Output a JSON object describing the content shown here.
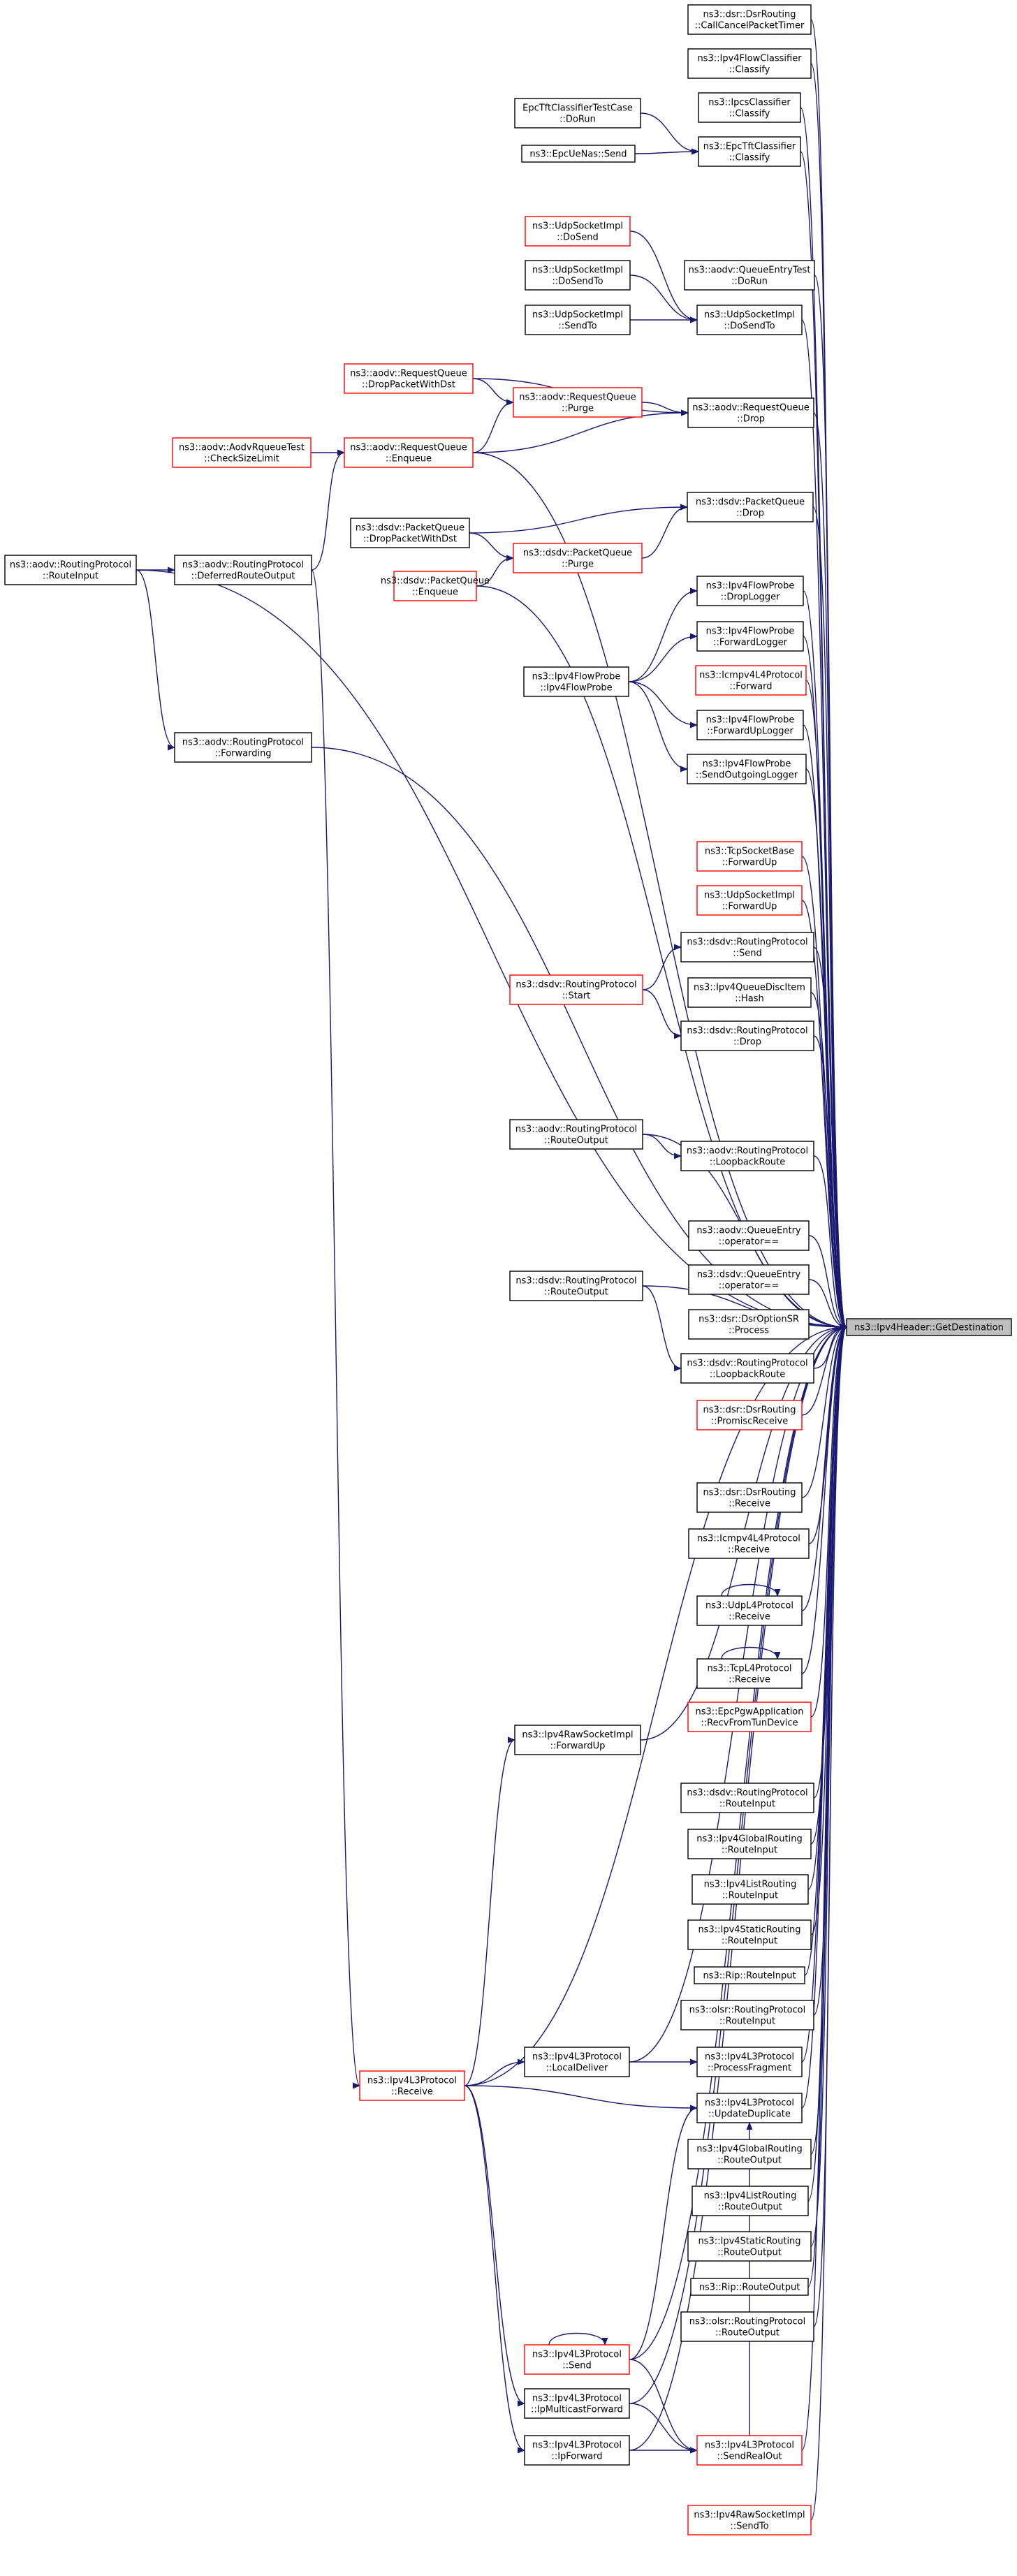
{
  "colors": {
    "edge": "#191970",
    "arrow": "#191970",
    "node_border": "#000000",
    "node_border_incomplete": "#ff0000",
    "node_fill": "#ffffff",
    "target_fill": "#bfbfbf",
    "text": "#000000"
  },
  "nodes": [
    {
      "id": "target",
      "lines": [
        "ns3::Ipv4Header::GetDestination"
      ],
      "variant": "target"
    },
    {
      "id": "dsr_callcancel",
      "lines": [
        "ns3::dsr::DsrRouting",
        "::CallCancelPacketTimer"
      ],
      "variant": "normal"
    },
    {
      "id": "ipv4flow_classify",
      "lines": [
        "ns3::Ipv4FlowClassifier",
        "::Classify"
      ],
      "variant": "normal"
    },
    {
      "id": "ipcs_classify",
      "lines": [
        "ns3::IpcsClassifier",
        "::Classify"
      ],
      "variant": "normal"
    },
    {
      "id": "epctft_classify",
      "lines": [
        "ns3::EpcTftClassifier",
        "::Classify"
      ],
      "variant": "normal"
    },
    {
      "id": "epctft_testcase",
      "lines": [
        "EpcTftClassifierTestCase",
        "::DoRun"
      ],
      "variant": "normal"
    },
    {
      "id": "epcuenas_send",
      "lines": [
        "ns3::EpcUeNas::Send"
      ],
      "variant": "normal"
    },
    {
      "id": "udp_dosend",
      "lines": [
        "ns3::UdpSocketImpl",
        "::DoSend"
      ],
      "variant": "incomplete"
    },
    {
      "id": "udp_dosendto_a",
      "lines": [
        "ns3::UdpSocketImpl",
        "::DoSendTo"
      ],
      "variant": "normal"
    },
    {
      "id": "udp_sendto",
      "lines": [
        "ns3::UdpSocketImpl",
        "::SendTo"
      ],
      "variant": "normal"
    },
    {
      "id": "aodv_qentry_test",
      "lines": [
        "ns3::aodv::QueueEntryTest",
        "::DoRun"
      ],
      "variant": "normal"
    },
    {
      "id": "udp_dosendto_b",
      "lines": [
        "ns3::UdpSocketImpl",
        "::DoSendTo"
      ],
      "variant": "normal"
    },
    {
      "id": "aodv_rq_dropwithdst",
      "lines": [
        "ns3::aodv::RequestQueue",
        "::DropPacketWithDst"
      ],
      "variant": "incomplete"
    },
    {
      "id": "aodv_rq_purge",
      "lines": [
        "ns3::aodv::RequestQueue",
        "::Purge"
      ],
      "variant": "incomplete"
    },
    {
      "id": "aodv_rq_drop",
      "lines": [
        "ns3::aodv::RequestQueue",
        "::Drop"
      ],
      "variant": "normal"
    },
    {
      "id": "aodv_rqtest",
      "lines": [
        "ns3::aodv::AodvRqueueTest",
        "::CheckSizeLimit"
      ],
      "variant": "incomplete"
    },
    {
      "id": "aodv_rq_enqueue",
      "lines": [
        "ns3::aodv::RequestQueue",
        "::Enqueue"
      ],
      "variant": "incomplete"
    },
    {
      "id": "dsdv_pq_drop",
      "lines": [
        "ns3::dsdv::PacketQueue",
        "::Drop"
      ],
      "variant": "normal"
    },
    {
      "id": "dsdv_pq_dropwithdst",
      "lines": [
        "ns3::dsdv::PacketQueue",
        "::DropPacketWithDst"
      ],
      "variant": "normal"
    },
    {
      "id": "dsdv_pq_purge",
      "lines": [
        "ns3::dsdv::PacketQueue",
        "::Purge"
      ],
      "variant": "incomplete"
    },
    {
      "id": "dsdv_pq_enqueue",
      "lines": [
        "ns3::dsdv::PacketQueue",
        "::Enqueue"
      ],
      "variant": "incomplete"
    },
    {
      "id": "aodv_routeinput",
      "lines": [
        "ns3::aodv::RoutingProtocol",
        "::RouteInput"
      ],
      "variant": "normal"
    },
    {
      "id": "aodv_deferred",
      "lines": [
        "ns3::aodv::RoutingProtocol",
        "::DeferredRouteOutput"
      ],
      "variant": "normal"
    },
    {
      "id": "fp_droplogger",
      "lines": [
        "ns3::Ipv4FlowProbe",
        "::DropLogger"
      ],
      "variant": "normal"
    },
    {
      "id": "fp_fwdlogger",
      "lines": [
        "ns3::Ipv4FlowProbe",
        "::ForwardLogger"
      ],
      "variant": "normal"
    },
    {
      "id": "fp_ctor",
      "lines": [
        "ns3::Ipv4FlowProbe",
        "::Ipv4FlowProbe"
      ],
      "variant": "normal"
    },
    {
      "id": "icmp_forward",
      "lines": [
        "ns3::Icmpv4L4Protocol",
        "::Forward"
      ],
      "variant": "incomplete"
    },
    {
      "id": "fp_fwduplogger",
      "lines": [
        "ns3::Ipv4FlowProbe",
        "::ForwardUpLogger"
      ],
      "variant": "normal"
    },
    {
      "id": "aodv_forwarding",
      "lines": [
        "ns3::aodv::RoutingProtocol",
        "::Forwarding"
      ],
      "variant": "normal"
    },
    {
      "id": "fp_sendoutlogger",
      "lines": [
        "ns3::Ipv4FlowProbe",
        "::SendOutgoingLogger"
      ],
      "variant": "normal"
    },
    {
      "id": "tcp_fwdup",
      "lines": [
        "ns3::TcpSocketBase",
        "::ForwardUp"
      ],
      "variant": "incomplete"
    },
    {
      "id": "udp_fwdup",
      "lines": [
        "ns3::UdpSocketImpl",
        "::ForwardUp"
      ],
      "variant": "incomplete"
    },
    {
      "id": "dsdv_send",
      "lines": [
        "ns3::dsdv::RoutingProtocol",
        "::Send"
      ],
      "variant": "normal"
    },
    {
      "id": "dsdv_start",
      "lines": [
        "ns3::dsdv::RoutingProtocol",
        "::Start"
      ],
      "variant": "incomplete"
    },
    {
      "id": "qdisc_hash",
      "lines": [
        "ns3::Ipv4QueueDiscItem",
        "::Hash"
      ],
      "variant": "normal"
    },
    {
      "id": "dsdv_drop",
      "lines": [
        "ns3::dsdv::RoutingProtocol",
        "::Drop"
      ],
      "variant": "normal"
    },
    {
      "id": "aodv_routeoutput",
      "lines": [
        "ns3::aodv::RoutingProtocol",
        "::RouteOutput"
      ],
      "variant": "normal"
    },
    {
      "id": "aodv_loopback",
      "lines": [
        "ns3::aodv::RoutingProtocol",
        "::LoopbackRoute"
      ],
      "variant": "normal"
    },
    {
      "id": "aodv_qentry_eq",
      "lines": [
        "ns3::aodv::QueueEntry",
        "::operator=="
      ],
      "variant": "normal"
    },
    {
      "id": "dsdv_qentry_eq",
      "lines": [
        "ns3::dsdv::QueueEntry",
        "::operator=="
      ],
      "variant": "normal"
    },
    {
      "id": "dsdv_routeoutput",
      "lines": [
        "ns3::dsdv::RoutingProtocol",
        "::RouteOutput"
      ],
      "variant": "normal"
    },
    {
      "id": "dsr_optionsr",
      "lines": [
        "ns3::dsr::DsrOptionSR",
        "::Process"
      ],
      "variant": "normal"
    },
    {
      "id": "dsdv_loopback",
      "lines": [
        "ns3::dsdv::RoutingProtocol",
        "::LoopbackRoute"
      ],
      "variant": "normal"
    },
    {
      "id": "dsr_promisc",
      "lines": [
        "ns3::dsr::DsrRouting",
        "::PromiscReceive"
      ],
      "variant": "incomplete"
    },
    {
      "id": "dsr_receive",
      "lines": [
        "ns3::dsr::DsrRouting",
        "::Receive"
      ],
      "variant": "normal"
    },
    {
      "id": "icmp_receive",
      "lines": [
        "ns3::Icmpv4L4Protocol",
        "::Receive"
      ],
      "variant": "normal"
    },
    {
      "id": "udpl4_receive",
      "lines": [
        "ns3::UdpL4Protocol",
        "::Receive"
      ],
      "variant": "normal"
    },
    {
      "id": "tcpl4_receive",
      "lines": [
        "ns3::TcpL4Protocol",
        "::Receive"
      ],
      "variant": "normal"
    },
    {
      "id": "epcpgw_recv",
      "lines": [
        "ns3::EpcPgwApplication",
        "::RecvFromTunDevice"
      ],
      "variant": "incomplete"
    },
    {
      "id": "raw_fwdup",
      "lines": [
        "ns3::Ipv4RawSocketImpl",
        "::ForwardUp"
      ],
      "variant": "normal"
    },
    {
      "id": "dsdv_routeinput",
      "lines": [
        "ns3::dsdv::RoutingProtocol",
        "::RouteInput"
      ],
      "variant": "normal"
    },
    {
      "id": "global_routeinput",
      "lines": [
        "ns3::Ipv4GlobalRouting",
        "::RouteInput"
      ],
      "variant": "normal"
    },
    {
      "id": "list_routeinput",
      "lines": [
        "ns3::Ipv4ListRouting",
        "::RouteInput"
      ],
      "variant": "normal"
    },
    {
      "id": "static_routeinput",
      "lines": [
        "ns3::Ipv4StaticRouting",
        "::RouteInput"
      ],
      "variant": "normal"
    },
    {
      "id": "rip_routeinput",
      "lines": [
        "ns3::Rip::RouteInput"
      ],
      "variant": "normal"
    },
    {
      "id": "olsr_routeinput",
      "lines": [
        "ns3::olsr::RoutingProtocol",
        "::RouteInput"
      ],
      "variant": "normal"
    },
    {
      "id": "l3_localdeliver",
      "lines": [
        "ns3::Ipv4L3Protocol",
        "::LocalDeliver"
      ],
      "variant": "normal"
    },
    {
      "id": "l3_processfrag",
      "lines": [
        "ns3::Ipv4L3Protocol",
        "::ProcessFragment"
      ],
      "variant": "normal"
    },
    {
      "id": "l3_receive",
      "lines": [
        "ns3::Ipv4L3Protocol",
        "::Receive"
      ],
      "variant": "incomplete"
    },
    {
      "id": "l3_updatedup",
      "lines": [
        "ns3::Ipv4L3Protocol",
        "::UpdateDuplicate"
      ],
      "variant": "normal"
    },
    {
      "id": "global_routeoutput",
      "lines": [
        "ns3::Ipv4GlobalRouting",
        "::RouteOutput"
      ],
      "variant": "normal"
    },
    {
      "id": "list_routeoutput",
      "lines": [
        "ns3::Ipv4ListRouting",
        "::RouteOutput"
      ],
      "variant": "normal"
    },
    {
      "id": "static_routeoutput",
      "lines": [
        "ns3::Ipv4StaticRouting",
        "::RouteOutput"
      ],
      "variant": "normal"
    },
    {
      "id": "rip_routeoutput",
      "lines": [
        "ns3::Rip::RouteOutput"
      ],
      "variant": "normal"
    },
    {
      "id": "olsr_routeoutput",
      "lines": [
        "ns3::olsr::RoutingProtocol",
        "::RouteOutput"
      ],
      "variant": "normal"
    },
    {
      "id": "l3_send",
      "lines": [
        "ns3::Ipv4L3Protocol",
        "::Send"
      ],
      "variant": "incomplete"
    },
    {
      "id": "l3_ipmulticast",
      "lines": [
        "ns3::Ipv4L3Protocol",
        "::IpMulticastForward"
      ],
      "variant": "normal"
    },
    {
      "id": "l3_sendrealout",
      "lines": [
        "ns3::Ipv4L3Protocol",
        "::SendRealOut"
      ],
      "variant": "incomplete"
    },
    {
      "id": "l3_ipforward",
      "lines": [
        "ns3::Ipv4L3Protocol",
        "::IpForward"
      ],
      "variant": "normal"
    },
    {
      "id": "raw_sendto",
      "lines": [
        "ns3::Ipv4RawSocketImpl",
        "::SendTo"
      ],
      "variant": "incomplete"
    }
  ],
  "edges": [
    [
      "dsr_callcancel",
      "target"
    ],
    [
      "ipv4flow_classify",
      "target"
    ],
    [
      "ipcs_classify",
      "target"
    ],
    [
      "epctft_classify",
      "target"
    ],
    [
      "epctft_testcase",
      "epctft_classify"
    ],
    [
      "epcuenas_send",
      "epctft_classify"
    ],
    [
      "aodv_routeinput",
      "target"
    ],
    [
      "udp_dosend",
      "udp_dosendto_b"
    ],
    [
      "udp_dosendto_a",
      "udp_dosendto_b"
    ],
    [
      "udp_sendto",
      "udp_dosendto_b"
    ],
    [
      "aodv_qentry_test",
      "target"
    ],
    [
      "udp_dosendto_b",
      "target"
    ],
    [
      "aodv_rq_dropwithdst",
      "aodv_rq_drop"
    ],
    [
      "aodv_rq_dropwithdst",
      "aodv_rq_purge"
    ],
    [
      "aodv_rq_purge",
      "aodv_rq_drop"
    ],
    [
      "aodv_rq_enqueue",
      "aodv_rq_purge"
    ],
    [
      "aodv_rq_enqueue",
      "aodv_rq_drop"
    ],
    [
      "aodv_rqtest",
      "aodv_rq_enqueue"
    ],
    [
      "aodv_deferred",
      "aodv_rq_enqueue"
    ],
    [
      "aodv_rq_drop",
      "target"
    ],
    [
      "aodv_rq_enqueue",
      "target"
    ],
    [
      "aodv_routeinput",
      "aodv_deferred"
    ],
    [
      "aodv_routeinput",
      "aodv_forwarding"
    ],
    [
      "dsdv_pq_dropwithdst",
      "dsdv_pq_drop"
    ],
    [
      "dsdv_pq_dropwithdst",
      "dsdv_pq_purge"
    ],
    [
      "dsdv_pq_enqueue",
      "dsdv_pq_purge"
    ],
    [
      "dsdv_pq_purge",
      "dsdv_pq_drop"
    ],
    [
      "dsdv_pq_drop",
      "target"
    ],
    [
      "dsdv_pq_enqueue",
      "target"
    ],
    [
      "fp_ctor",
      "fp_droplogger"
    ],
    [
      "fp_ctor",
      "fp_fwdlogger"
    ],
    [
      "fp_ctor",
      "fp_fwduplogger"
    ],
    [
      "fp_ctor",
      "fp_sendoutlogger"
    ],
    [
      "fp_droplogger",
      "target"
    ],
    [
      "fp_fwdlogger",
      "target"
    ],
    [
      "icmp_forward",
      "target"
    ],
    [
      "fp_fwduplogger",
      "target"
    ],
    [
      "fp_sendoutlogger",
      "target"
    ],
    [
      "aodv_forwarding",
      "target"
    ],
    [
      "tcp_fwdup",
      "target"
    ],
    [
      "udp_fwdup",
      "target"
    ],
    [
      "dsdv_start",
      "dsdv_send"
    ],
    [
      "dsdv_start",
      "dsdv_drop"
    ],
    [
      "dsdv_send",
      "target"
    ],
    [
      "qdisc_hash",
      "target"
    ],
    [
      "dsdv_drop",
      "target"
    ],
    [
      "aodv_routeoutput",
      "aodv_loopback"
    ],
    [
      "aodv_routeoutput",
      "target"
    ],
    [
      "aodv_loopback",
      "target"
    ],
    [
      "aodv_qentry_eq",
      "target"
    ],
    [
      "dsdv_qentry_eq",
      "target"
    ],
    [
      "dsdv_routeoutput",
      "dsdv_loopback"
    ],
    [
      "dsdv_routeoutput",
      "target"
    ],
    [
      "dsdv_loopback",
      "target"
    ],
    [
      "dsr_optionsr",
      "target"
    ],
    [
      "dsr_promisc",
      "target"
    ],
    [
      "aodv_deferred",
      "l3_receive"
    ],
    [
      "raw_fwdup",
      "target"
    ],
    [
      "dsr_receive",
      "target"
    ],
    [
      "icmp_receive",
      "target"
    ],
    [
      "udpl4_receive",
      "udpl4_receive"
    ],
    [
      "udpl4_receive",
      "target"
    ],
    [
      "tcpl4_receive",
      "tcpl4_receive"
    ],
    [
      "tcpl4_receive",
      "target"
    ],
    [
      "epcpgw_recv",
      "target"
    ],
    [
      "dsdv_routeinput",
      "target"
    ],
    [
      "global_routeinput",
      "target"
    ],
    [
      "list_routeinput",
      "target"
    ],
    [
      "static_routeinput",
      "target"
    ],
    [
      "rip_routeinput",
      "target"
    ],
    [
      "olsr_routeinput",
      "target"
    ],
    [
      "l3_receive",
      "raw_fwdup"
    ],
    [
      "l3_receive",
      "l3_localdeliver"
    ],
    [
      "l3_receive",
      "l3_updatedup"
    ],
    [
      "l3_localdeliver",
      "l3_processfrag"
    ],
    [
      "l3_localdeliver",
      "target"
    ],
    [
      "l3_processfrag",
      "target"
    ],
    [
      "l3_updatedup",
      "target"
    ],
    [
      "l3_receive",
      "target"
    ],
    [
      "global_routeoutput",
      "target"
    ],
    [
      "list_routeoutput",
      "target"
    ],
    [
      "static_routeoutput",
      "target"
    ],
    [
      "rip_routeoutput",
      "target"
    ],
    [
      "olsr_routeoutput",
      "target"
    ],
    [
      "l3_send",
      "l3_send"
    ],
    [
      "l3_send",
      "l3_updatedup"
    ],
    [
      "l3_send",
      "l3_sendrealout"
    ],
    [
      "l3_receive",
      "l3_ipmulticast"
    ],
    [
      "l3_receive",
      "l3_ipforward"
    ],
    [
      "l3_ipmulticast",
      "l3_sendrealout"
    ],
    [
      "l3_ipforward",
      "l3_sendrealout"
    ],
    [
      "l3_sendrealout",
      "l3_updatedup"
    ],
    [
      "l3_ipmulticast",
      "target"
    ],
    [
      "l3_sendrealout",
      "target"
    ],
    [
      "l3_ipforward",
      "target"
    ],
    [
      "l3_send",
      "target"
    ],
    [
      "raw_sendto",
      "target"
    ]
  ]
}
